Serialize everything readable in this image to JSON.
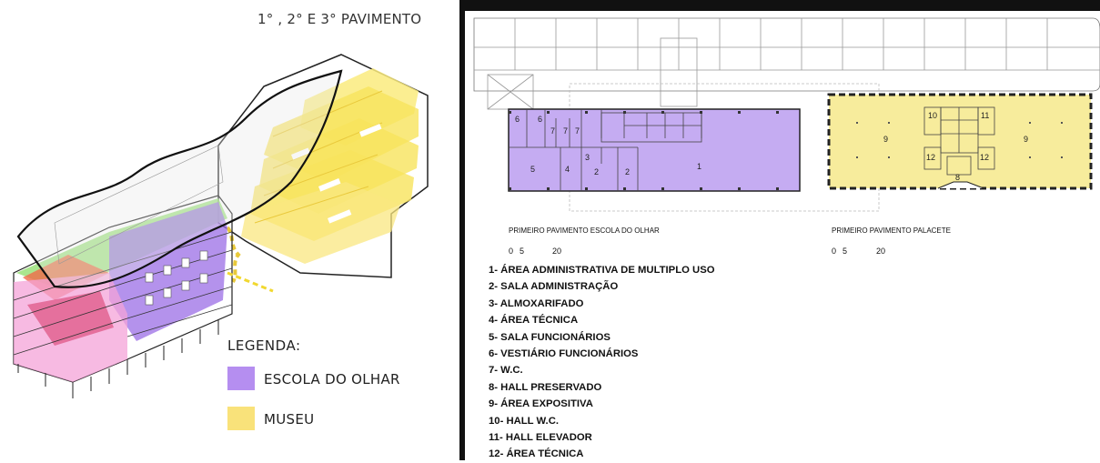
{
  "floor_title": "1° , 2° E 3° PAVIMENTO",
  "legend": {
    "title": "LEGENDA:",
    "items": [
      {
        "label": "ESCOLA DO OLHAR",
        "color": "#b58ef0"
      },
      {
        "label": "MUSEU",
        "color": "#f9e27a"
      }
    ]
  },
  "plans": {
    "escola_caption": "PRIMEIRO PAVIMENTO ESCOLA DO OLHAR",
    "palacete_caption": "PRIMEIRO PAVIMENTO PALACETE",
    "scale_escola": [
      "0",
      "5",
      "20"
    ],
    "scale_palacete": [
      "0",
      "5",
      "20"
    ],
    "escola_room_labels": [
      "6",
      "6",
      "7",
      "7",
      "7",
      "3",
      "5",
      "4",
      "2",
      "2",
      "1"
    ],
    "palacete_room_labels": [
      "9",
      "10",
      "11",
      "9",
      "12",
      "12",
      "8"
    ]
  },
  "room_list": [
    "1- ÁREA ADMINISTRATIVA DE MULTIPLO USO",
    "2- SALA ADMINISTRAÇÃO",
    "3- ALMOXARIFADO",
    "4- ÁREA TÉCNICA",
    "5- SALA FUNCIONÁRIOS",
    "6- VESTIÁRIO FUNCIONÁRIOS",
    "7- W.C.",
    "8- HALL PRESERVADO",
    "9- ÁREA EXPOSITIVA",
    "10- HALL W.C.",
    "11- HALL ELEVADOR",
    "12- ÁREA TÉCNICA"
  ],
  "colors": {
    "escola": "#c5acf2",
    "museu": "#f7ec9c",
    "divider": "#111111"
  }
}
